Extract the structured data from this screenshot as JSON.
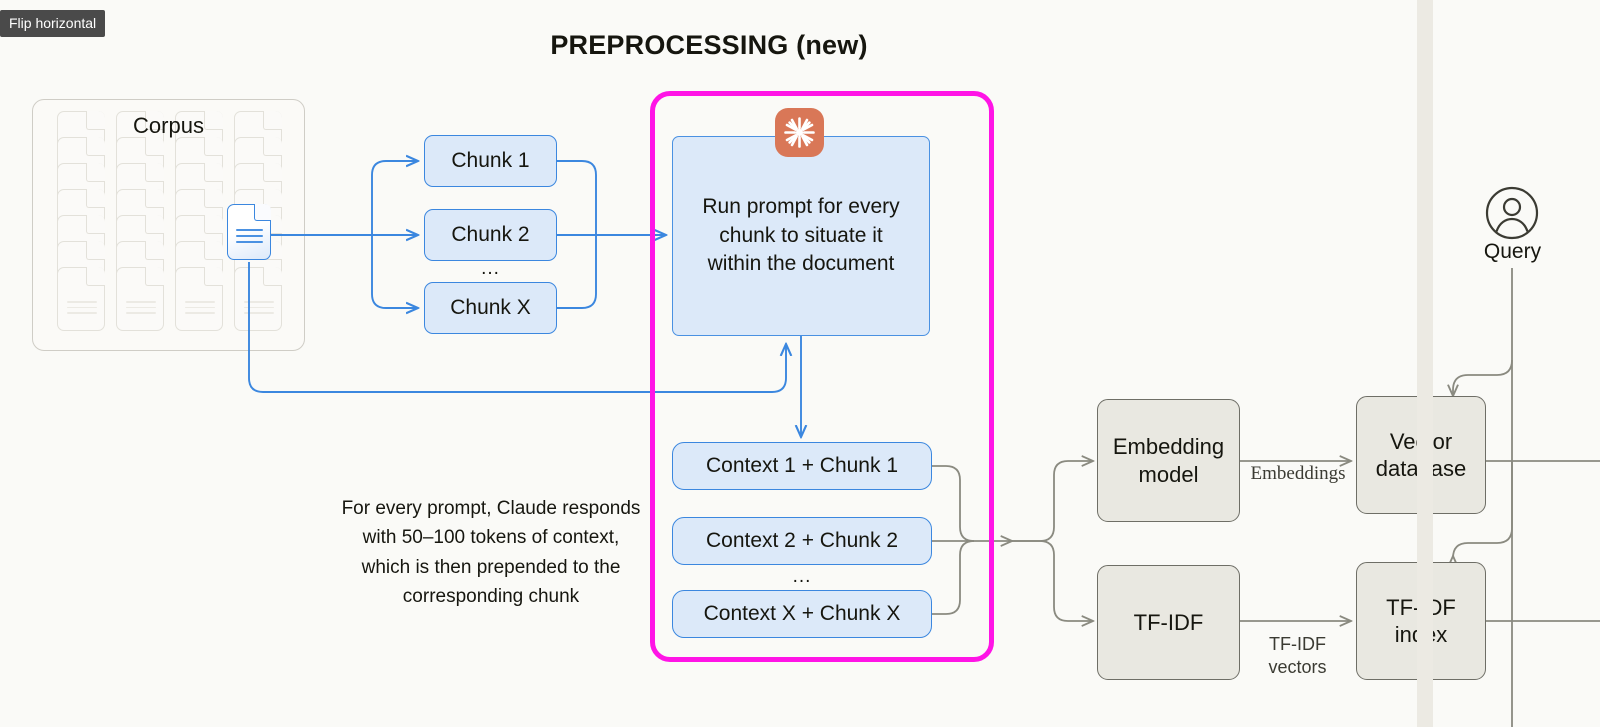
{
  "tooltip": {
    "label": "Flip horizontal"
  },
  "title": "PREPROCESSING (new)",
  "corpus": {
    "label": "Corpus"
  },
  "chunks": [
    {
      "label": "Chunk 1"
    },
    {
      "label": "Chunk 2"
    },
    {
      "label": "Chunk X"
    }
  ],
  "chunk_ellipsis": "...",
  "prompt_box": {
    "label": "Run prompt for every chunk to situate it within the document"
  },
  "claude_logo": {
    "name": "claude-sunburst-icon",
    "color": "#D97757"
  },
  "contexts": [
    {
      "label": "Context 1 + Chunk 1"
    },
    {
      "label": "Context 2 + Chunk 2"
    },
    {
      "label": "Context X + Chunk X"
    }
  ],
  "context_ellipsis": "...",
  "side_note": "For every prompt, Claude responds with 50–100 tokens of context, which is then prepended to the corresponding chunk",
  "pipeline": {
    "embedding_model": "Embedding model",
    "tfidf": "TF-IDF",
    "vector_database": "Vector database",
    "tfidf_index": "TF-IDF index"
  },
  "edge_labels": {
    "embeddings": "Embeddings",
    "tfidf_vectors": "TF-IDF vectors"
  },
  "query": {
    "label": "Query",
    "icon": "user-circle-icon"
  },
  "colors": {
    "highlight_border": "#FF14E6",
    "chunk_fill": "#DCE9F9",
    "chunk_border": "#3B87DF",
    "gray_fill": "#E9E8E1",
    "gray_border": "#6E6E66",
    "claude_orange": "#D97757",
    "background": "#FAFAF7"
  }
}
